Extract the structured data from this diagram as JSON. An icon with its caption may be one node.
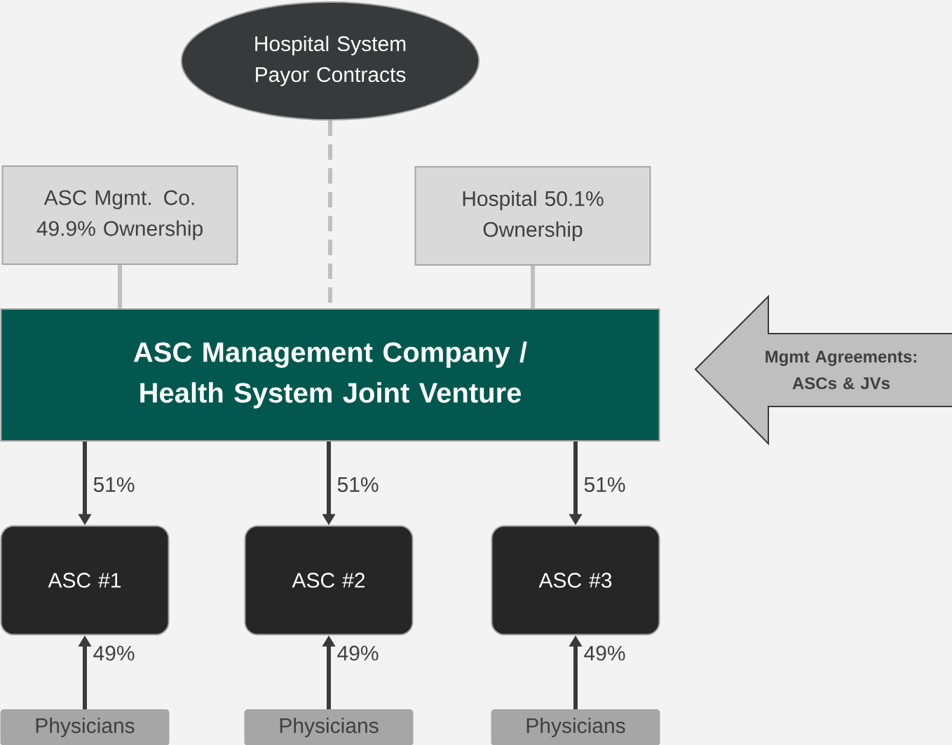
{
  "diagram": {
    "nodes": [
      {
        "text": [
          "Hospital System Payor Contracts"
        ]
      },
      {
        "text": [
          "ASC Mgmt. Co. 49.9% Ownership"
        ]
      },
      {
        "text": [
          "Hospital 50.1% Ownership"
        ]
      },
      {
        "text": [
          "ASC Management Company / Health System Joint Venture"
        ]
      },
      {
        "text": [
          "Mgmt Agreements: ASCs & JVs"
        ]
      },
      {
        "text": [
          "ASC #1"
        ]
      },
      {
        "text": [
          "ASC #2"
        ]
      },
      {
        "text": [
          "ASC #3"
        ]
      },
      {
        "text": [
          "Physicians"
        ]
      },
      {
        "text": [
          "Physicians"
        ]
      },
      {
        "text": [
          "Physicians"
        ]
      }
    ],
    "edges": [
      {
        "from": 0,
        "to": 3,
        "arrow": "none",
        "style": "dashed",
        "color": "#bfbfbf"
      },
      {
        "from": 1,
        "to": 3,
        "arrow": "none",
        "color": "#bfbfbf"
      },
      {
        "from": 2,
        "to": 3,
        "arrow": "none",
        "color": "#bfbfbf"
      },
      {
        "from": 3,
        "to": 5,
        "arrow": "to",
        "label": "51%"
      },
      {
        "from": 3,
        "to": 6,
        "arrow": "to",
        "label": "51%"
      },
      {
        "from": 3,
        "to": 7,
        "arrow": "to",
        "label": "51%"
      },
      {
        "from": 8,
        "to": 5,
        "arrow": "to",
        "label": "49%"
      },
      {
        "from": 9,
        "to": 6,
        "arrow": "to",
        "label": "49%"
      },
      {
        "from": 10,
        "to": 7,
        "arrow": "to",
        "label": "49%"
      }
    ]
  }
}
